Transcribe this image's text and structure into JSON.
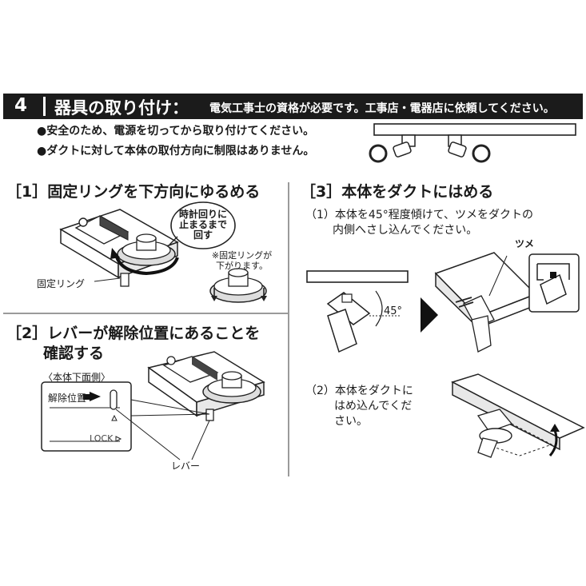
{
  "header": {
    "step_number": "4",
    "title": "器具の取り付け：",
    "note": "電気工事士の資格が必要です。工事店・電器店に依頼してください。"
  },
  "bullets": [
    "●安全のため、電源を切ってから取り付けてください。",
    "●ダクトに対して本体の取付方向に制限はありません。"
  ],
  "sections": {
    "s1": {
      "title": "［1］固定リングを下方向にゆるめる",
      "bubble": [
        "時計回りに",
        "止まるまで",
        "回す"
      ],
      "note": [
        "※固定リングが",
        "下がります。"
      ],
      "ring_label": "固定リング"
    },
    "s2": {
      "title_line1": "［2］レバーが解除位置にあることを",
      "title_line2": "確認する",
      "bottom_view": "〈本体下面側〉",
      "release_label": "解除位置",
      "lock_label": "LOCK",
      "lever_label": "レバー"
    },
    "s3": {
      "title": "［3］本体をダクトにはめる",
      "step1": [
        "（1）本体を45°程度傾けて、ツメをダクトの",
        "内側へさし込んでください。"
      ],
      "claw_label": "ツメ",
      "angle_label": "45°",
      "step2": [
        "（2）本体をダクトに",
        "はめ込んでくだ",
        "さい。"
      ]
    }
  }
}
